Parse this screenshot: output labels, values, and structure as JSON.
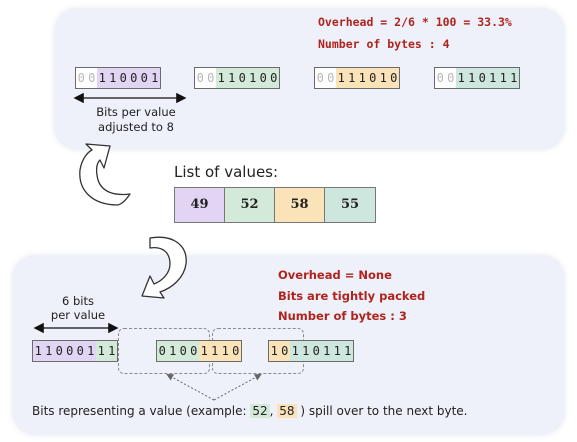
{
  "top_panel": {
    "notes": [
      "Overhead = 2/6 * 100 = 33.3%",
      "Number of bytes : 4"
    ],
    "bytes": [
      {
        "value": 49,
        "bits": "00110001"
      },
      {
        "value": 52,
        "bits": "00110100"
      },
      {
        "value": 58,
        "bits": "00111010"
      },
      {
        "value": 55,
        "bits": "00110111"
      }
    ],
    "padding_bits": 2,
    "width_label": [
      "Bits per value",
      "adjusted to 8"
    ]
  },
  "values": {
    "title": "List of values:",
    "items": [
      49,
      52,
      58,
      55
    ]
  },
  "bottom_panel": {
    "notes": [
      "Overhead = None",
      "Bits are tightly packed",
      "Number of bytes : 3"
    ],
    "width_label": [
      "6 bits",
      "per value"
    ],
    "bytes": [
      [
        {
          "bit": "1",
          "v": 49
        },
        {
          "bit": "1",
          "v": 49
        },
        {
          "bit": "0",
          "v": 49
        },
        {
          "bit": "0",
          "v": 49
        },
        {
          "bit": "0",
          "v": 49
        },
        {
          "bit": "1",
          "v": 49
        },
        {
          "bit": "1",
          "v": 52
        },
        {
          "bit": "1",
          "v": 52
        }
      ],
      [
        {
          "bit": "0",
          "v": 52
        },
        {
          "bit": "1",
          "v": 52
        },
        {
          "bit": "0",
          "v": 52
        },
        {
          "bit": "0",
          "v": 52
        },
        {
          "bit": "1",
          "v": 58
        },
        {
          "bit": "1",
          "v": 58
        },
        {
          "bit": "1",
          "v": 58
        },
        {
          "bit": "0",
          "v": 58
        }
      ],
      [
        {
          "bit": "1",
          "v": 58
        },
        {
          "bit": "0",
          "v": 58
        },
        {
          "bit": "1",
          "v": 55
        },
        {
          "bit": "1",
          "v": 55
        },
        {
          "bit": "0",
          "v": 55
        },
        {
          "bit": "1",
          "v": 55
        },
        {
          "bit": "1",
          "v": 55
        },
        {
          "bit": "1",
          "v": 55
        }
      ]
    ],
    "caption": {
      "before": "Bits representing a value (example: ",
      "ex1": "52",
      "sep": ", ",
      "ex2": "58",
      "after": " ) spill over to the next byte."
    }
  },
  "colors": {
    "v49": "#e1d5f3",
    "v52": "#d4ead8",
    "v58": "#fae2b9",
    "v55": "#cde6de",
    "note_text": "#b0241c",
    "panel": "#eef0fa"
  }
}
